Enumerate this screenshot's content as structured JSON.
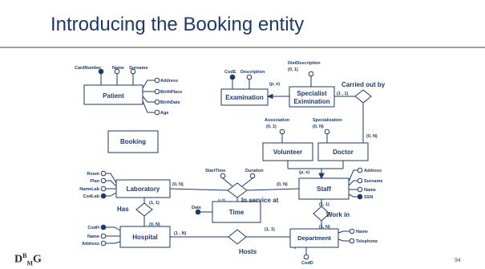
{
  "slide": {
    "title": "Introducing the Booking entity",
    "page_number": "94",
    "logo": "DBMG"
  },
  "entities": {
    "patient": "Patient",
    "examination": "Examination",
    "specialist_line1": "Specialist",
    "specialist_line2": "Eximination",
    "booking": "Booking",
    "volunteer": "Volunteer",
    "doctor": "Doctor",
    "laboratory": "Laboratory",
    "time": "Time",
    "staff": "Staff",
    "hospital": "Hospital",
    "department": "Department"
  },
  "relationships": {
    "carried_out_by": "Carried out by",
    "in_service_at": "In service at",
    "has": "Has",
    "work_in": "Work in",
    "hosts": "Hosts"
  },
  "attributes": {
    "patient": [
      "CardNumber",
      "Name",
      "Surname",
      "Address",
      "BirthPlace",
      "BirthDate",
      "Age"
    ],
    "examination": [
      "CodE",
      "Description"
    ],
    "specialist": [
      "DietDescription",
      "(0, 1)"
    ],
    "volunteer": [
      "Association",
      "(0, 1)"
    ],
    "doctor": [
      "Specialization",
      "(0, N)"
    ],
    "laboratory": [
      "Room",
      "Plan",
      "NameLab",
      "CodLab"
    ],
    "in_service_at": [
      "StartTime",
      "Duration"
    ],
    "time": [
      "Date"
    ],
    "staff": [
      "Address",
      "Surname",
      "Name",
      "SSN"
    ],
    "hospital": [
      "CodH",
      "Name",
      "Address"
    ],
    "department": [
      "Name",
      "Telephone",
      "CodD"
    ]
  },
  "cardinalities": {
    "gen_examination": "(p, e)",
    "specialist_carried": "(1 , 1)",
    "doctor_carried": "(0, N)",
    "gen_staff": "(p, e)",
    "lab_service": "(0, N)",
    "staff_service": "(0, N)",
    "time_service": "(1, N)",
    "lab_has": "(1, 1)",
    "hospital_has": "(0, N)",
    "staff_work": "(1, 1)",
    "dept_work": "(1, N)",
    "hospital_hosts": "(1 , N)",
    "dept_hosts": "(1, 1)"
  },
  "colors": {
    "ink": "#1b3a6b",
    "title": "#1b3a6b",
    "rule": "#9aa0a6"
  }
}
